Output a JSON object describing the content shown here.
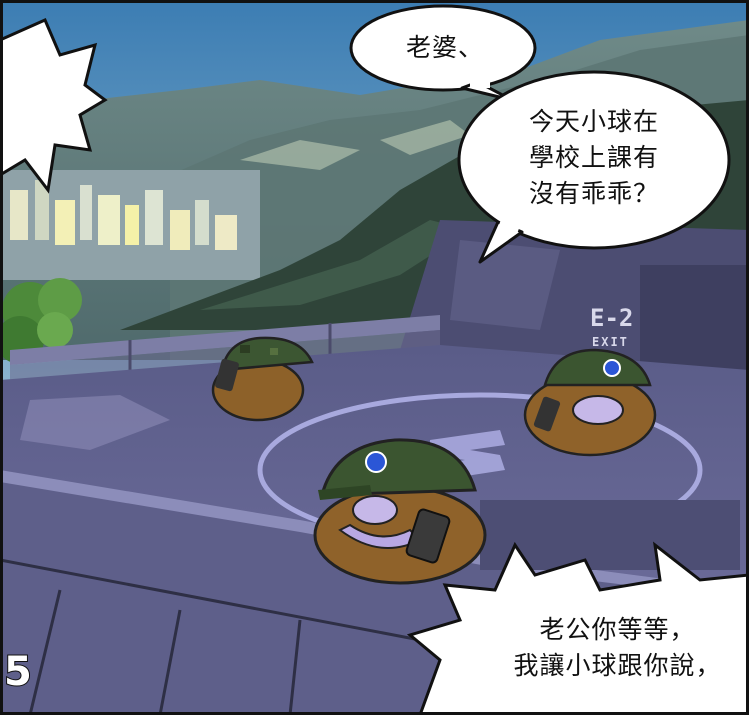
{
  "panel": {
    "number": "5",
    "sign_text": "E-2",
    "exit_text": "EXIT"
  },
  "dialogue": {
    "bubble_1": "老婆、",
    "bubble_2": "今天小球在\n學校上課有\n沒有乖乖？",
    "bubble_3": "老公你等等，\n我讓小球跟你說，"
  },
  "colors": {
    "sky_top": "#3f7fb4",
    "sky_bottom": "#c9dde2",
    "rooftop": "#6c6b94",
    "helipad_line": "#a7a8dc",
    "character": "#8a5e27",
    "camo": "#3b5430",
    "emblem": "#2b56d6"
  }
}
